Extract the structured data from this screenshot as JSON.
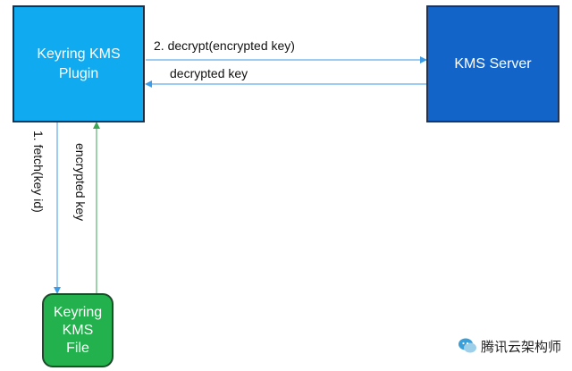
{
  "nodes": {
    "plugin": "Keyring KMS\nPlugin",
    "kms_server": "KMS Server",
    "file": "Keyring\nKMS\nFile"
  },
  "edges": {
    "decrypt_request": "2. decrypt(encrypted key)",
    "decrypted_key": "decrypted key",
    "fetch": "1. fetch(key id)",
    "encrypted_key": "encrypted key"
  },
  "watermark": {
    "text": "腾讯云架构师",
    "icon": "wechat-icon"
  },
  "colors": {
    "plugin_fill": "#10aaf0",
    "kms_server_fill": "#1264c8",
    "file_fill": "#22b14c",
    "arrow_blue": "#3b9be6",
    "arrow_green": "#3aa655"
  }
}
